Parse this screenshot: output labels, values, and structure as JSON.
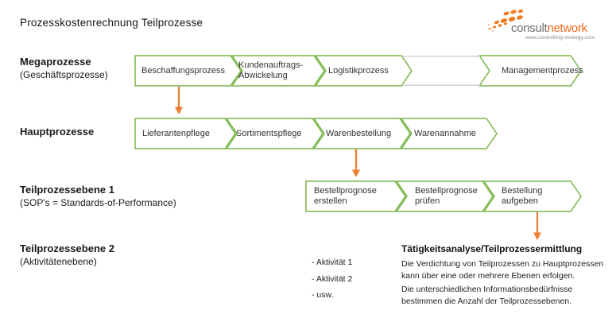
{
  "title": "Prozesskostenrechnung Teilprozesse",
  "logo": {
    "text_gray": "consult",
    "text_orange": "network",
    "url": "www.controlling-strategy.com"
  },
  "colors": {
    "chevron_green": "#79b648",
    "arrow_orange": "#ed7d31",
    "gap_gray": "#d2d2d2",
    "logo_orange": "#f47b20",
    "logo_text_gray": "#6d6e70"
  },
  "rows": [
    {
      "label": "Megaprozesse",
      "sublabel": "(Geschäftsprozesse)",
      "items": [
        "Beschaffungsprozess",
        "Kundenauftrags-Abwickelung",
        "Logistikprozess",
        "Managementprozess"
      ]
    },
    {
      "label": "Hauptprozesse",
      "sublabel": "",
      "items": [
        "Lieferantenpflege",
        "Sortimentspflege",
        "Warenbestellung",
        "Warenannahme"
      ]
    },
    {
      "label": "Teilprozessebene 1",
      "sublabel": "(SOP's = Standards-of-Performance)",
      "items": [
        "Bestellprognose erstellen",
        "Bestellprognose prüfen",
        "Bestellung aufgeben"
      ]
    },
    {
      "label": "Teilprozessebene 2",
      "sublabel": "(Aktivitätenebene)",
      "items": []
    }
  ],
  "activities": [
    "- Aktivität 1",
    "- Aktivität 2",
    "- usw."
  ],
  "note": {
    "heading": "Tätigkeitsanalyse/Teilprozessermittlung",
    "para1": "Die Verdichtung von Teilprozessen zu Hauptprozessen\nkann über eine oder mehrere Ebenen erfolgen.",
    "para2": "Die unterschiedlichen Informationsbedürfnisse\nbestimmen die Anzahl der Teilprozessebenen."
  }
}
